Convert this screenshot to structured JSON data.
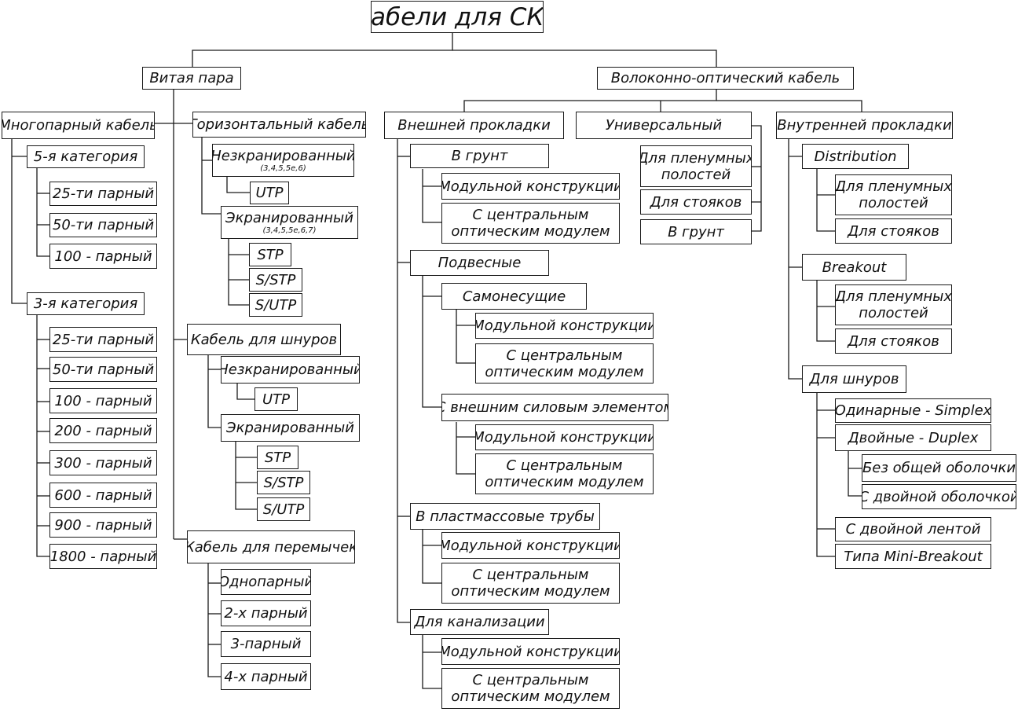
{
  "title": "Кабели для СКС",
  "twisted_pair": {
    "label": "Витая пара",
    "multipair": {
      "label": "Многопарный кабель",
      "cat5": {
        "label": "5-я категория",
        "items": [
          "25-ти парный",
          "50-ти парный",
          "100 - парный"
        ]
      },
      "cat3": {
        "label": "3-я категория",
        "items": [
          "25-ти парный",
          "50-ти парный",
          "100 - парный",
          "200 - парный",
          "300 - парный",
          "600 - парный",
          "900 - парный",
          "1800 - парный"
        ]
      }
    },
    "horizontal": {
      "label": "Горизонтальный кабель",
      "unshielded": {
        "label": "Незкранированный",
        "note": "(3,4,5,5е,6)",
        "items": [
          "UTP"
        ]
      },
      "shielded": {
        "label": "Экранированный",
        "note": "(3,4,5,5е,6,7)",
        "items": [
          "STP",
          "S/STP",
          "S/UTP"
        ]
      }
    },
    "cords": {
      "label": "Кабель для шнуров",
      "unshielded": {
        "label": "Незкранированный",
        "items": [
          "UTP"
        ]
      },
      "shielded": {
        "label": "Экранированный",
        "items": [
          "STP",
          "S/STP",
          "S/UTP"
        ]
      }
    },
    "jumpers": {
      "label": "Кабель для перемычек",
      "items": [
        "Однопарный",
        "2-х парный",
        "3-парный",
        "4-х парный"
      ]
    }
  },
  "fiber": {
    "label": "Волоконно-оптический кабель",
    "outdoor": {
      "label": "Внешней прокладки",
      "ground": {
        "label": "В грунт",
        "items": [
          "Модульной конструкции",
          "С центральным|оптическим модулем"
        ]
      },
      "aerial": {
        "label": "Подвесные",
        "self_supporting": {
          "label": "Самонесущие",
          "items": [
            "Модульной конструкции",
            "С центральным|оптическим модулем"
          ]
        },
        "external_strength": {
          "label": "С внешним силовым элементом",
          "items": [
            "Модульной конструкции",
            "С центральным|оптическим модулем"
          ]
        }
      },
      "plastic_pipes": {
        "label": "В пластмассовые трубы",
        "items": [
          "Модульной конструкции",
          "С центральным|оптическим модулем"
        ]
      },
      "ducts": {
        "label": "Для канализации",
        "items": [
          "Модульной конструкции",
          "С центральным|оптическим модулем"
        ]
      }
    },
    "universal": {
      "label": "Универсальный",
      "items": [
        "Для пленумных|полостей",
        "Для стояков",
        "В грунт"
      ]
    },
    "indoor": {
      "label": "Внутренней прокладки",
      "distribution": {
        "label": "Distribution",
        "items": [
          "Для пленумных|полостей",
          "Для стояков"
        ]
      },
      "breakout": {
        "label": "Breakout",
        "items": [
          "Для пленумных|полостей",
          "Для стояков"
        ]
      },
      "cords": {
        "label": "Для шнуров",
        "simplex": "Одинарные - Simplex",
        "duplex": {
          "label": "Двойные - Duplex",
          "items": [
            "Без общей оболочки",
            "С двойной оболочкой"
          ]
        },
        "double_tape": "С двойной лентой",
        "mini_breakout": "Типа Mini-Breakout"
      }
    }
  }
}
